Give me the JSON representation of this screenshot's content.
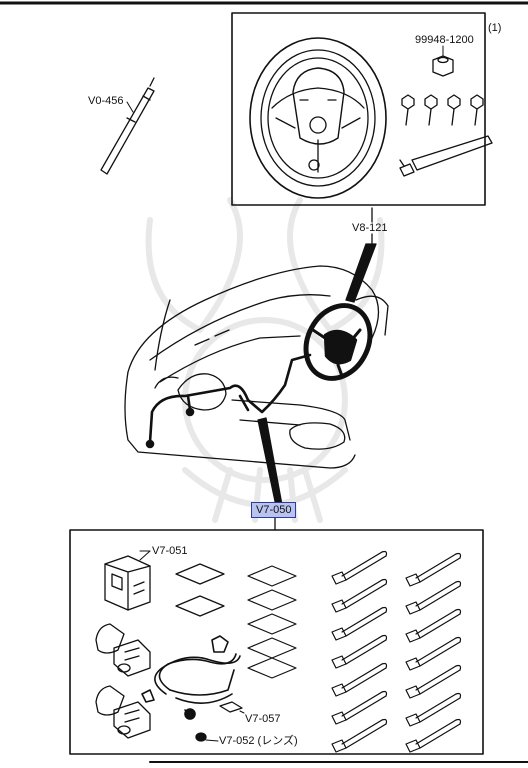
{
  "parts": {
    "steering_kit": {
      "code": "V8-121"
    },
    "steering_part": {
      "code": "99948-1200",
      "qty": "(1)"
    },
    "trim_tool": {
      "code": "V0-456"
    },
    "harness_kit": {
      "code": "V7-050"
    },
    "relay_unit": {
      "code": "V7-051"
    },
    "sensor_clip": {
      "code": "V7-057"
    },
    "lens": {
      "code": "V7-052 (レンズ)"
    }
  },
  "colors": {
    "highlight": "#b9c3ee",
    "line": "#111111",
    "watermark": "#ececec"
  }
}
